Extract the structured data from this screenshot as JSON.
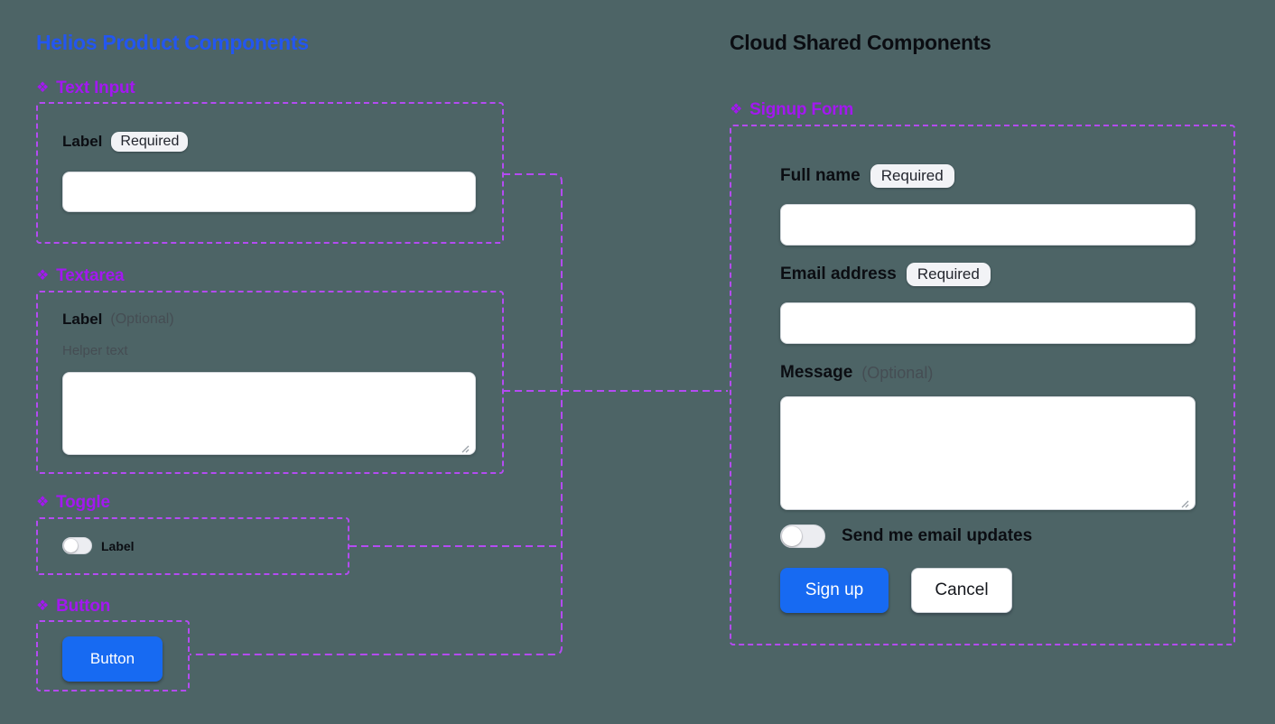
{
  "colors": {
    "background": "#4D6466",
    "accent_purple_labels": "#A318F0",
    "connector_purple": "#B44BF2",
    "left_title_blue": "#2356F0",
    "primary_button_blue": "#176AF2",
    "badge_background": "#F2F3F6",
    "text_dark": "#0B0D12",
    "text_muted": "#454D53"
  },
  "left_panel": {
    "title": "Helios Product Components",
    "sections": [
      {
        "icon_glyph": "❖",
        "name": "Text Input",
        "field_label": "Label",
        "badge": "Required",
        "input_value": ""
      },
      {
        "icon_glyph": "❖",
        "name": "Textarea",
        "field_label": "Label",
        "optional_note": "(Optional)",
        "helper_text": "Helper text",
        "textarea_value": ""
      },
      {
        "icon_glyph": "❖",
        "name": "Toggle",
        "toggle_label": "Label",
        "toggle_state": "off"
      },
      {
        "icon_glyph": "❖",
        "name": "Button",
        "button_label": "Button"
      }
    ]
  },
  "right_panel": {
    "title": "Cloud Shared Components",
    "form": {
      "icon_glyph": "❖",
      "name": "Signup Form",
      "fields": [
        {
          "label": "Full name",
          "badge": "Required",
          "value": ""
        },
        {
          "label": "Email address",
          "badge": "Required",
          "value": ""
        },
        {
          "label": "Message",
          "optional_note": "(Optional)",
          "value": ""
        }
      ],
      "toggle_label": "Send me email updates",
      "toggle_state": "off",
      "primary_button": "Sign up",
      "secondary_button": "Cancel"
    }
  }
}
